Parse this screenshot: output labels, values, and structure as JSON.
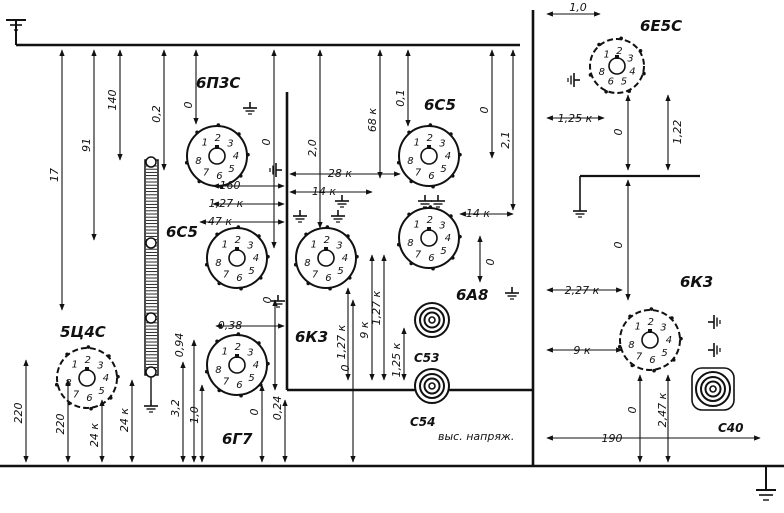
{
  "tubes": [
    {
      "id": "6E5C",
      "label": "6Е5С",
      "pins": [
        "1",
        "2",
        "3",
        "4",
        "5",
        "6",
        "8"
      ]
    },
    {
      "id": "6P3C",
      "label": "6П3С",
      "pins": [
        "1",
        "2",
        "3",
        "4",
        "5",
        "6",
        "7",
        "8"
      ]
    },
    {
      "id": "6C5a",
      "label": "6С5",
      "pins": [
        "1",
        "2",
        "3",
        "4",
        "5",
        "6",
        "7",
        "8"
      ]
    },
    {
      "id": "6C5b",
      "label": "6С5",
      "pins": [
        "1",
        "2",
        "3",
        "4",
        "5",
        "6",
        "7",
        "8"
      ]
    },
    {
      "id": "6K3a",
      "label": "6К3",
      "pins": [
        "1",
        "2",
        "3",
        "4",
        "5",
        "6",
        "7",
        "8"
      ]
    },
    {
      "id": "6A8",
      "label": "6А8",
      "pins": [
        "1",
        "2",
        "3",
        "4",
        "5",
        "6",
        "7",
        "8"
      ]
    },
    {
      "id": "5C4C",
      "label": "5Ц4С",
      "pins": [
        "1",
        "2",
        "3",
        "4",
        "5",
        "6",
        "7",
        "8"
      ]
    },
    {
      "id": "6G7",
      "label": "6Г7",
      "pins": [
        "1",
        "2",
        "3",
        "4",
        "5",
        "6",
        "7",
        "8"
      ]
    },
    {
      "id": "6K3b",
      "label": "6К3",
      "pins": [
        "1",
        "2",
        "3",
        "4",
        "5",
        "6",
        "7",
        "8"
      ]
    }
  ],
  "components": {
    "c53": "C53",
    "c54": "C54",
    "c54_note": "выс. напряж.",
    "c40": "C40"
  },
  "dimensions": {
    "d_1_0": "1,0",
    "d_1_25": "1,25 к",
    "d_1_22": "1,22",
    "d_0_right_top": "0",
    "d_0_right_mid": "0",
    "d_2_27": "2,27 к",
    "d_9k_right": "9 к",
    "d_0_bottom_right": "0",
    "d_2_47": "2,47 к",
    "d_190": "190",
    "d_17": "17",
    "d_91": "91",
    "d_140": "140",
    "d_0_2": "0,2",
    "d_0_a": "0",
    "d_0_b": "0",
    "d_2_0": "2,0",
    "d_68k": "68 к",
    "d_0_1": "0,1",
    "d_0_c": "0",
    "d_2_1": "2,1",
    "d_28k": "28 к",
    "d_160": "160",
    "d_14k_a": "14 к",
    "d_1_27_a": "1,27 к",
    "d_14k_b": "14 к",
    "d_47k": "47 к",
    "d_0_d": "0",
    "d_0_38": "0,38",
    "d_0_94": "0,94",
    "d_1_27_b": "1,27 к",
    "d_9k_mid": "9 к",
    "d_1_27_c": "1,27 к",
    "d_1_25_mid": "1,25 к",
    "d_0_e": "0",
    "d_0_f": "0",
    "d_220_a": "220",
    "d_220_b": "220",
    "d_24k_a": "24 к",
    "d_24k_b": "24 к",
    "d_3_2": "3,2",
    "d_1_0_b": "1,0",
    "d_0_g": "0",
    "d_0_24": "0,24"
  }
}
